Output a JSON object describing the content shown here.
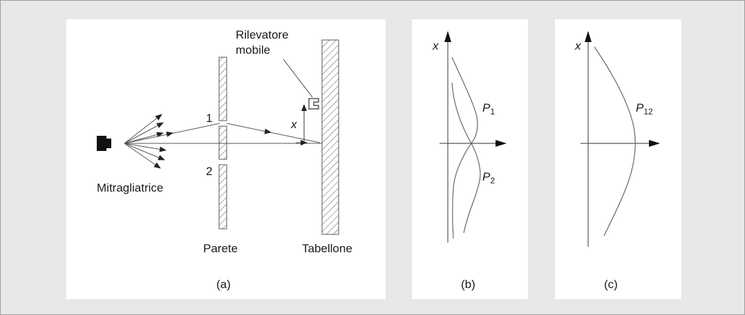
{
  "panel_a": {
    "source_label": "Mitragliatrice",
    "slit_1_label": "1",
    "slit_2_label": "2",
    "wall_label": "Parete",
    "board_label": "Tabellone",
    "detector_label_line1": "Rilevatore",
    "detector_label_line2": "mobile",
    "x_label": "x",
    "caption": "(a)"
  },
  "panel_b": {
    "axis_label": "x",
    "curve1_label_main": "P",
    "curve1_label_sub": "1",
    "curve2_label_main": "P",
    "curve2_label_sub": "2",
    "caption": "(b)"
  },
  "panel_c": {
    "axis_label": "x",
    "curve_label_main": "P",
    "curve_label_sub": "12",
    "caption": "(c)"
  },
  "colors": {
    "line": "#4a4a4a",
    "panel_bg": "#ffffff",
    "page_bg": "#e8e8e8"
  }
}
